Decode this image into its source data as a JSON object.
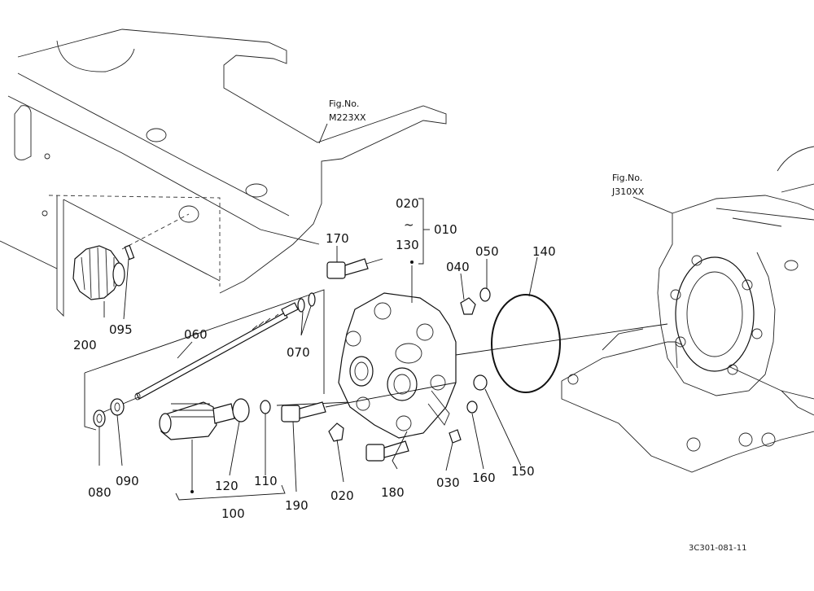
{
  "figure_refs": [
    {
      "line1": "Fig.No.",
      "line2": "M223XX"
    },
    {
      "line1": "Fig.No.",
      "line2": "J310XX"
    }
  ],
  "callouts": {
    "p170": "170",
    "p020_top": "020",
    "tilde": "~",
    "p010": "010",
    "p130": "130",
    "p040": "040",
    "p050": "050",
    "p140": "140",
    "p060": "060",
    "p200": "200",
    "p095": "095",
    "p070": "070",
    "p080": "080",
    "p090": "090",
    "p120": "120",
    "p110": "110",
    "p100": "100",
    "p190": "190",
    "p020_bottom": "020",
    "p180": "180",
    "p030": "030",
    "p160": "160",
    "p150": "150"
  },
  "drawing_code": "3C301-081-11"
}
